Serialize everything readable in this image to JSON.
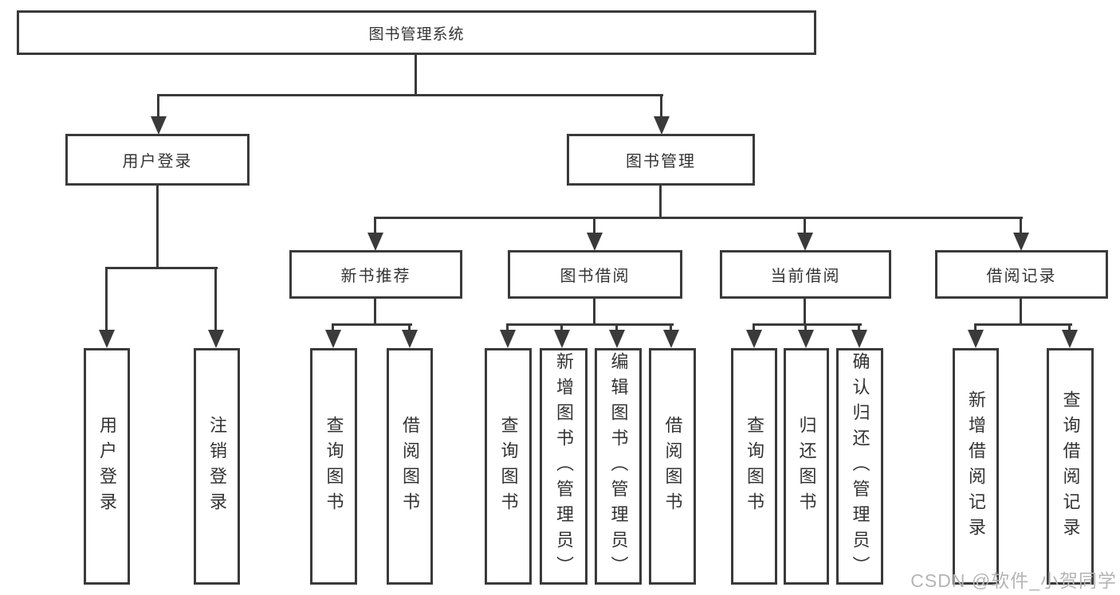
{
  "diagram_type": "tree",
  "colors": {
    "line": "#3a3a3a",
    "text": "#333333",
    "background": "#ffffff",
    "watermark": "#b5b5b5"
  },
  "watermark": "CSDN @软件_小贺同学",
  "tree": {
    "root": "图书管理系统",
    "children": [
      {
        "label": "用户登录",
        "children": [
          "用户登录",
          "注销登录"
        ]
      },
      {
        "label": "图书管理",
        "children": [
          {
            "label": "新书推荐",
            "children": [
              "查询图书",
              "借阅图书"
            ]
          },
          {
            "label": "图书借阅",
            "children": [
              "查询图书",
              "新增图书（管理员）",
              "编辑图书（管理员）",
              "借阅图书"
            ]
          },
          {
            "label": "当前借阅",
            "children": [
              "查询图书",
              "归还图书",
              "确认归还（管理员）"
            ]
          },
          {
            "label": "借阅记录",
            "children": [
              "新增借阅记录",
              "查询借阅记录"
            ]
          }
        ]
      }
    ]
  }
}
